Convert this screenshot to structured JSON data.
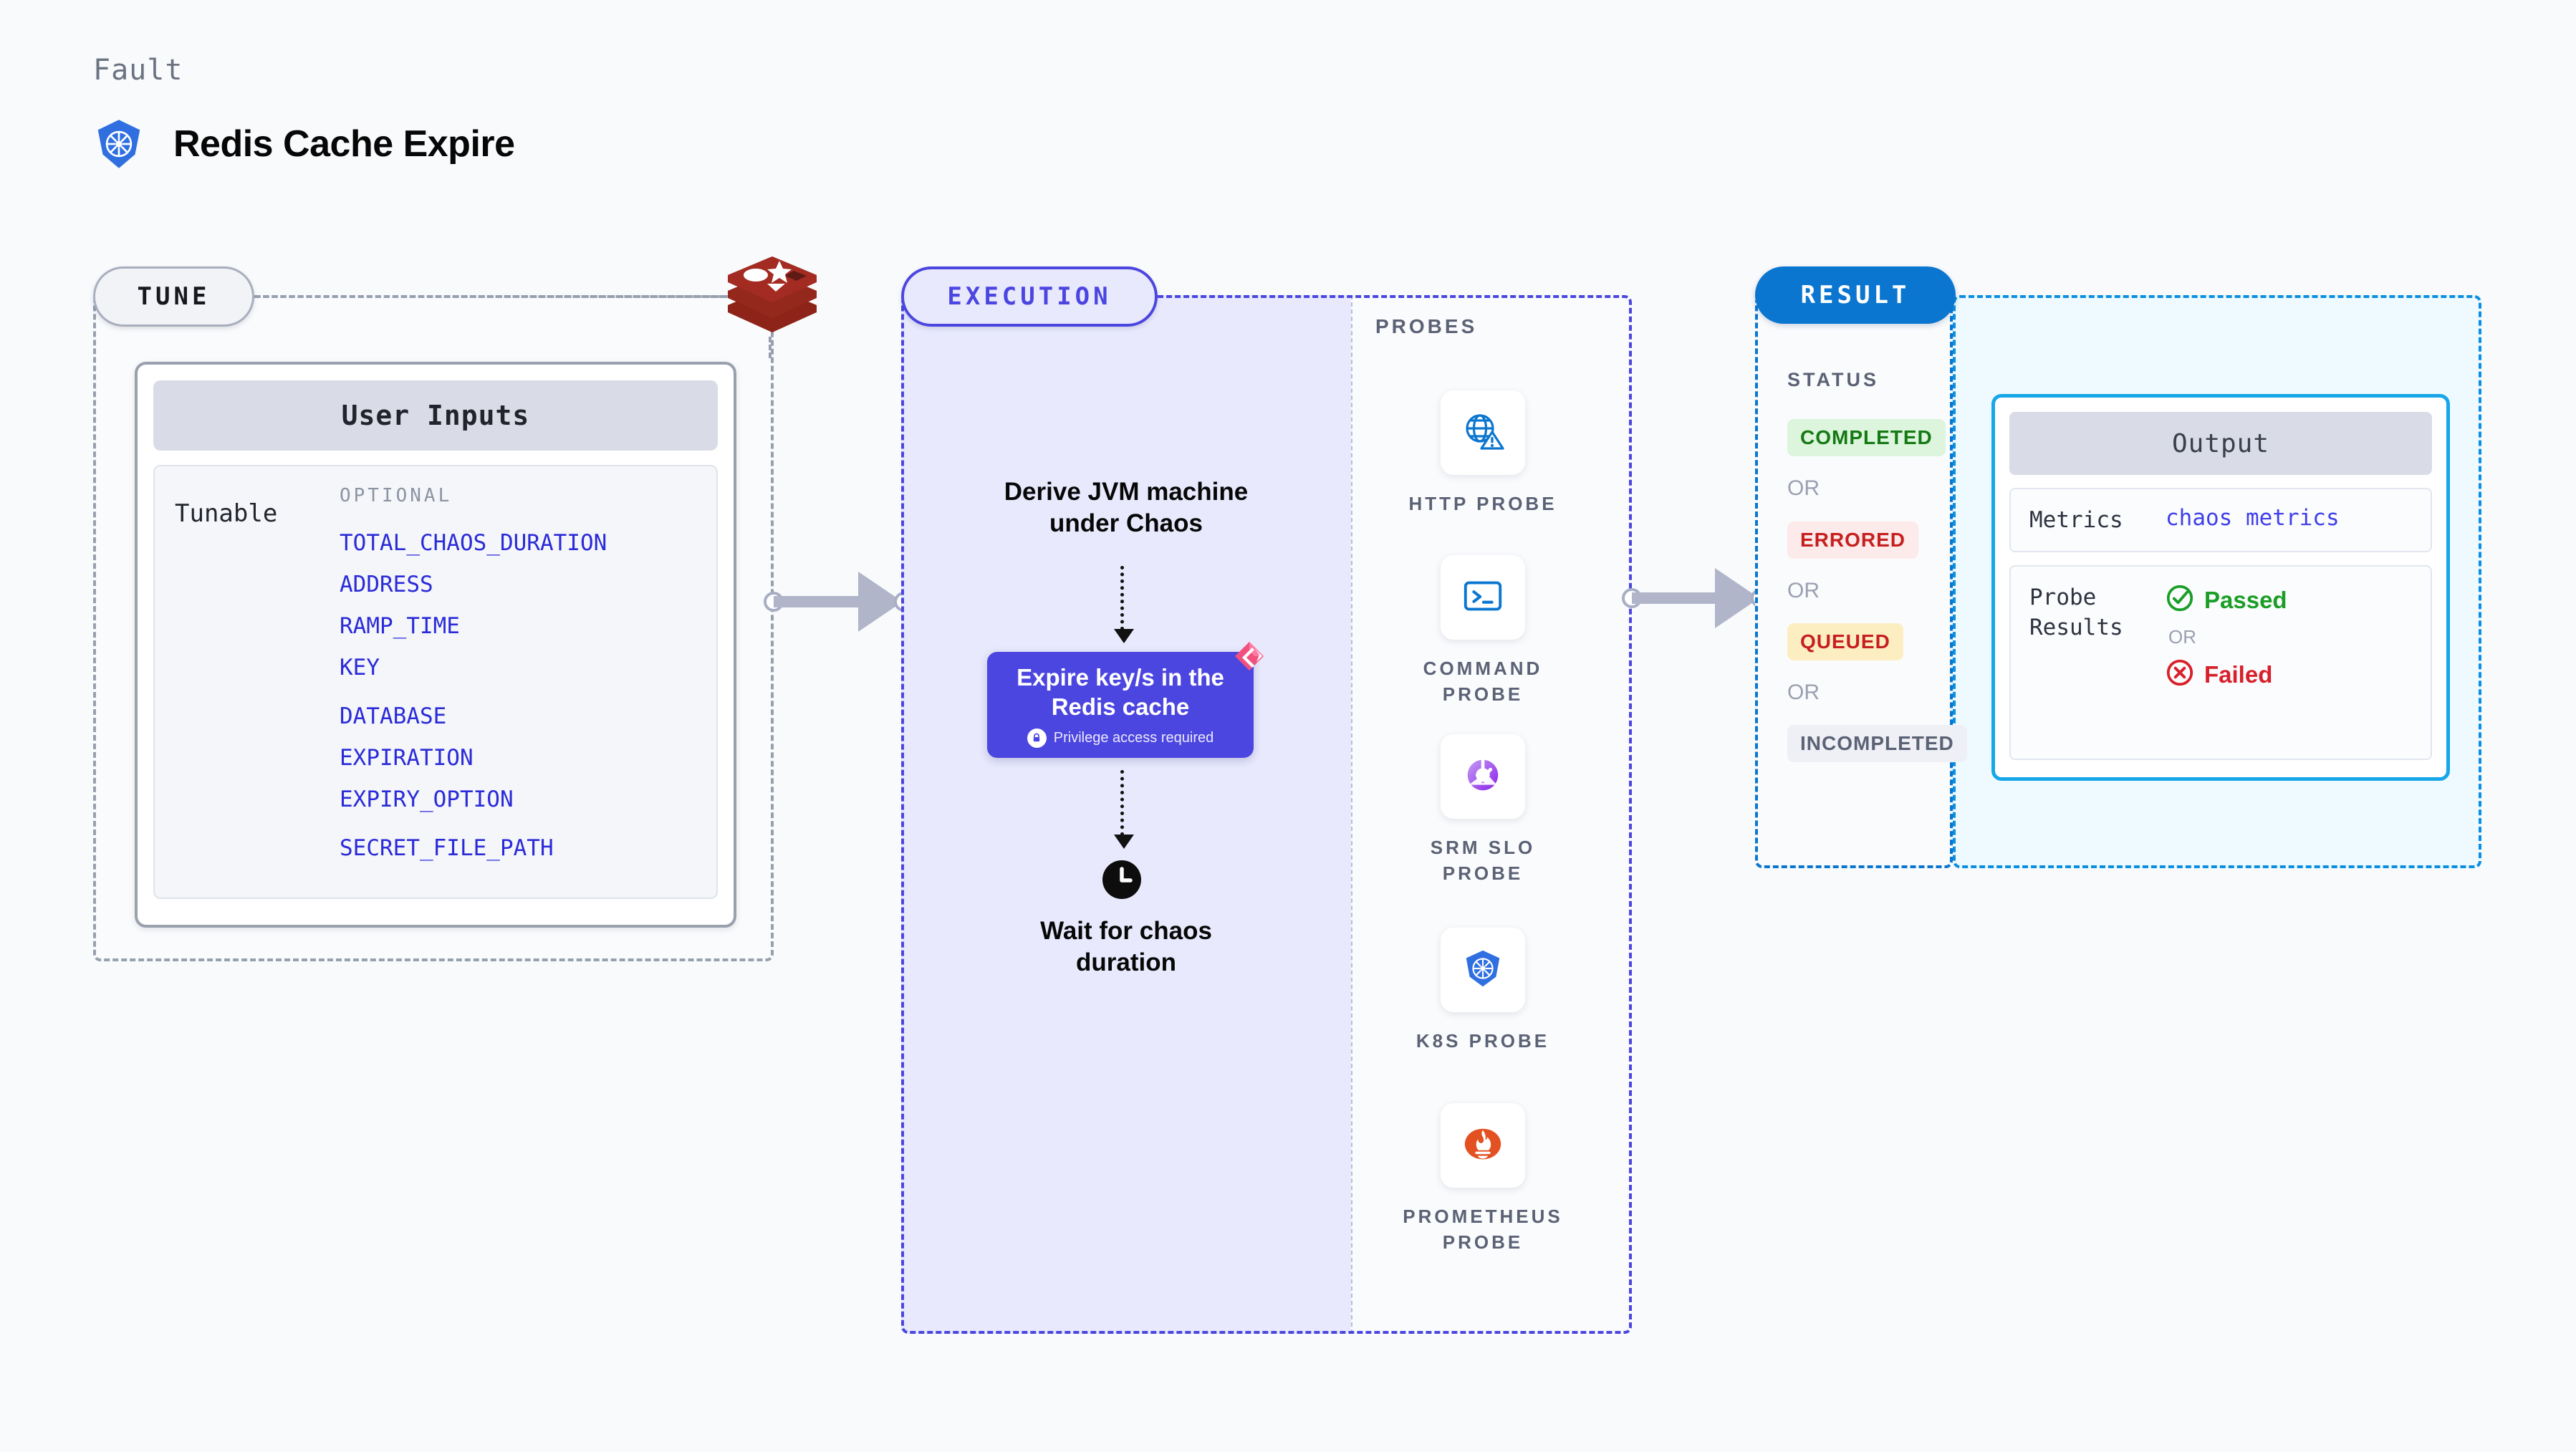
{
  "header": {
    "kicker": "Fault",
    "title": "Redis Cache Expire",
    "icon": "kubernetes-icon"
  },
  "stages": {
    "tune": {
      "label": "TUNE"
    },
    "execution": {
      "label": "EXECUTION"
    },
    "result": {
      "label": "RESULT"
    }
  },
  "tune": {
    "source_icon": "redis-icon",
    "card": {
      "title": "User Inputs",
      "left_label": "Tunable",
      "group_label": "OPTIONAL",
      "tunables": [
        "TOTAL_CHAOS_DURATION",
        "ADDRESS",
        "RAMP_TIME",
        "KEY",
        "DATABASE",
        "EXPIRATION",
        "EXPIRY_OPTION",
        "SECRET_FILE_PATH"
      ]
    }
  },
  "execution": {
    "step1": "Derive JVM machine\nunder Chaos",
    "step1_line1": "Derive JVM machine",
    "step1_line2": "under Chaos",
    "action": {
      "line1": "Expire key/s in the",
      "line2": "Redis cache",
      "privilege_note": "Privilege access required",
      "badge_icon": "harness-chaos-icon",
      "lock_icon": "lock-icon"
    },
    "step3_line1": "Wait for chaos",
    "step3_line2": "duration",
    "step3_icon": "clock-icon"
  },
  "probes": {
    "label": "PROBES",
    "items": [
      {
        "label": "HTTP PROBE",
        "icon": "globe-warning-icon"
      },
      {
        "label": "COMMAND\nPROBE",
        "icon": "terminal-icon"
      },
      {
        "label": "SRM SLO\nPROBE",
        "icon": "srm-slo-icon"
      },
      {
        "label": "K8S PROBE",
        "icon": "kubernetes-icon"
      },
      {
        "label": "PROMETHEUS\nPROBE",
        "icon": "prometheus-icon"
      }
    ]
  },
  "result": {
    "status_label": "STATUS",
    "or_label": "OR",
    "statuses": [
      {
        "label": "COMPLETED",
        "bg": "#dcf5dc",
        "fg": "#157a15"
      },
      {
        "label": "ERRORED",
        "bg": "#fdeaea",
        "fg": "#c61f1f"
      },
      {
        "label": "QUEUED",
        "bg": "#fdeec2",
        "fg": "#c61f1f"
      },
      {
        "label": "INCOMPLETED",
        "bg": "#eef0f5",
        "fg": "#5b6275"
      }
    ],
    "output": {
      "title": "Output",
      "metrics_key": "Metrics",
      "metrics_value": "chaos metrics",
      "probe_results_key_line1": "Probe",
      "probe_results_key_line2": "Results",
      "passed_label": "Passed",
      "failed_label": "Failed",
      "or_label": "OR",
      "passed_icon": "check-circle-icon",
      "failed_icon": "x-circle-icon"
    }
  },
  "colors": {
    "accent_purple": "#4c46e0",
    "accent_blue": "#0b76d0",
    "redis_red": "#a32b22",
    "k8s_blue": "#2f6fe0",
    "pass_green": "#1a9e26",
    "fail_red": "#d8202b"
  }
}
